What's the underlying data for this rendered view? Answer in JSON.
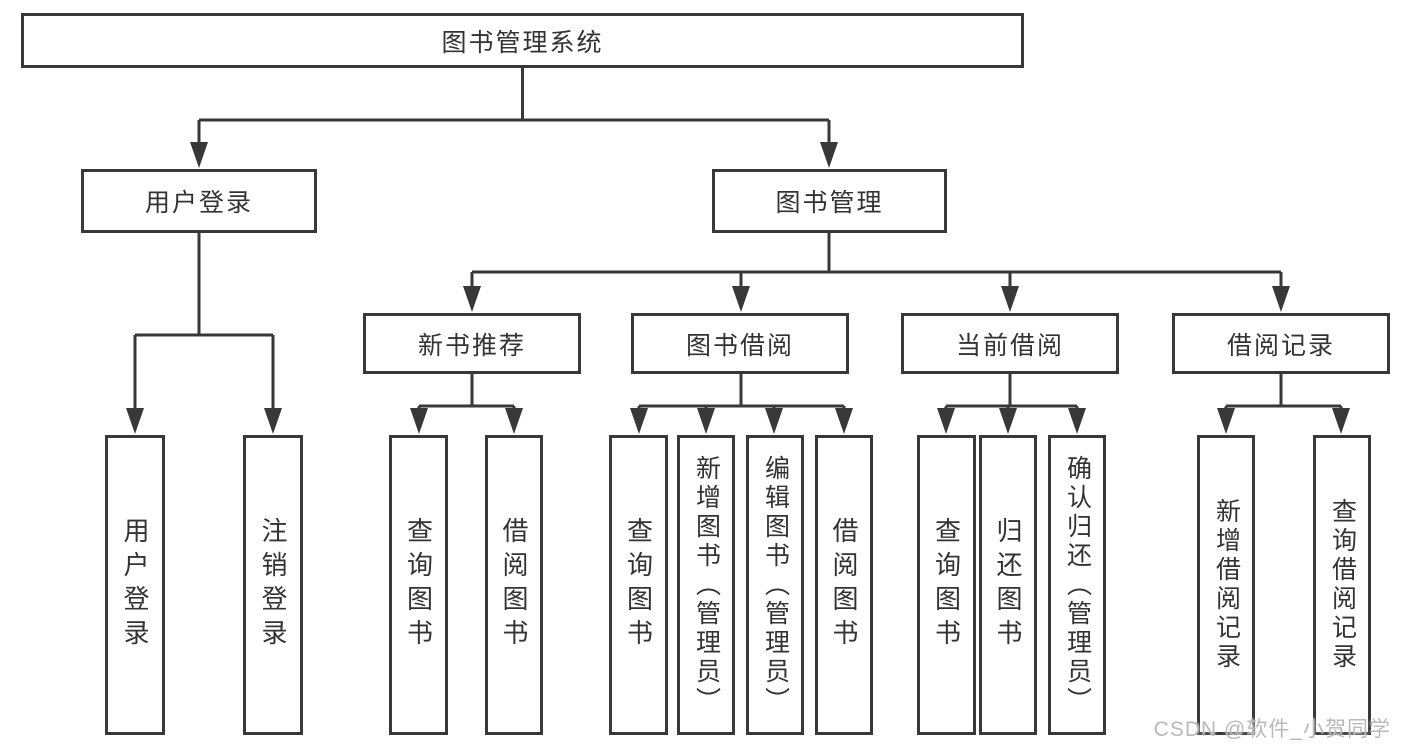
{
  "tree": {
    "root": {
      "label": "图书管理系统"
    },
    "children": [
      {
        "label": "用户登录",
        "children": [
          {
            "label": "用户登录"
          },
          {
            "label": "注销登录"
          }
        ]
      },
      {
        "label": "图书管理",
        "children": [
          {
            "label": "新书推荐",
            "children": [
              {
                "label": "查询图书"
              },
              {
                "label": "借阅图书"
              }
            ]
          },
          {
            "label": "图书借阅",
            "children": [
              {
                "label": "查询图书"
              },
              {
                "label": "新增图书（管理员）"
              },
              {
                "label": "编辑图书（管理员）"
              },
              {
                "label": "借阅图书"
              }
            ]
          },
          {
            "label": "当前借阅",
            "children": [
              {
                "label": "查询图书"
              },
              {
                "label": "归还图书"
              },
              {
                "label": "确认归还（管理员）"
              }
            ]
          },
          {
            "label": "借阅记录",
            "children": [
              {
                "label": "新增借阅记录"
              },
              {
                "label": "查询借阅记录"
              }
            ]
          }
        ]
      }
    ]
  },
  "watermark": {
    "text": "CSDN @软件_小贺同学"
  },
  "colors": {
    "line": "#383838",
    "text": "#333333",
    "watermark": "#b9b9b9",
    "background": "#ffffff"
  }
}
